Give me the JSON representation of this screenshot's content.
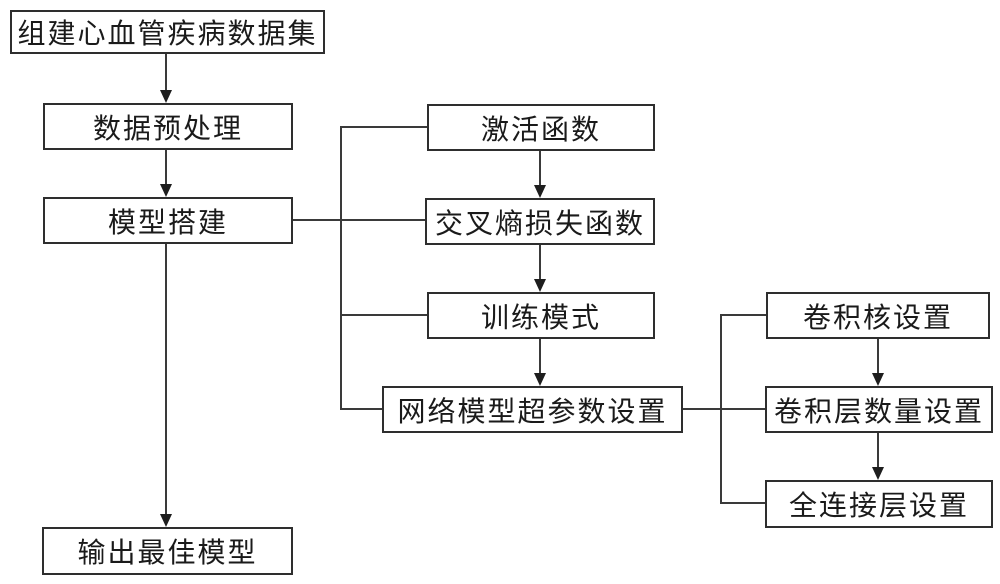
{
  "diagram": {
    "type": "flowchart",
    "background_color": "#ffffff",
    "line_color": "#3a3a3a",
    "box_border_color": "#2e2e2e",
    "text_color": "#1a1a1a",
    "nodes": {
      "build_dataset": {
        "label": "组建心血管疾病数据集"
      },
      "preprocess": {
        "label": "数据预处理"
      },
      "model_build": {
        "label": "模型搭建"
      },
      "output_model": {
        "label": "输出最佳模型"
      },
      "activation": {
        "label": "激活函数"
      },
      "cross_entropy_loss": {
        "label": "交叉熵损失函数"
      },
      "train_mode": {
        "label": "训练模式"
      },
      "hyperparameter_settings": {
        "label": "网络模型超参数设置"
      },
      "conv_kernel": {
        "label": "卷积核设置"
      },
      "conv_layers": {
        "label": "卷积层数量设置"
      },
      "fc_layer": {
        "label": "全连接层设置"
      }
    },
    "edges": [
      {
        "from": "build_dataset",
        "to": "preprocess",
        "arrow": true
      },
      {
        "from": "preprocess",
        "to": "model_build",
        "arrow": true
      },
      {
        "from": "model_build",
        "to": "output_model",
        "arrow": true
      },
      {
        "from": "model_build",
        "to": "activation",
        "arrow": false
      },
      {
        "from": "model_build",
        "to": "cross_entropy_loss",
        "arrow": false
      },
      {
        "from": "model_build",
        "to": "train_mode",
        "arrow": false
      },
      {
        "from": "model_build",
        "to": "hyperparameter_settings",
        "arrow": false
      },
      {
        "from": "activation",
        "to": "cross_entropy_loss",
        "arrow": true
      },
      {
        "from": "cross_entropy_loss",
        "to": "train_mode",
        "arrow": true
      },
      {
        "from": "train_mode",
        "to": "hyperparameter_settings",
        "arrow": true
      },
      {
        "from": "hyperparameter_settings",
        "to": "conv_kernel",
        "arrow": false
      },
      {
        "from": "hyperparameter_settings",
        "to": "conv_layers",
        "arrow": false
      },
      {
        "from": "hyperparameter_settings",
        "to": "fc_layer",
        "arrow": false
      },
      {
        "from": "conv_kernel",
        "to": "conv_layers",
        "arrow": true
      },
      {
        "from": "conv_layers",
        "to": "fc_layer",
        "arrow": true
      }
    ]
  }
}
